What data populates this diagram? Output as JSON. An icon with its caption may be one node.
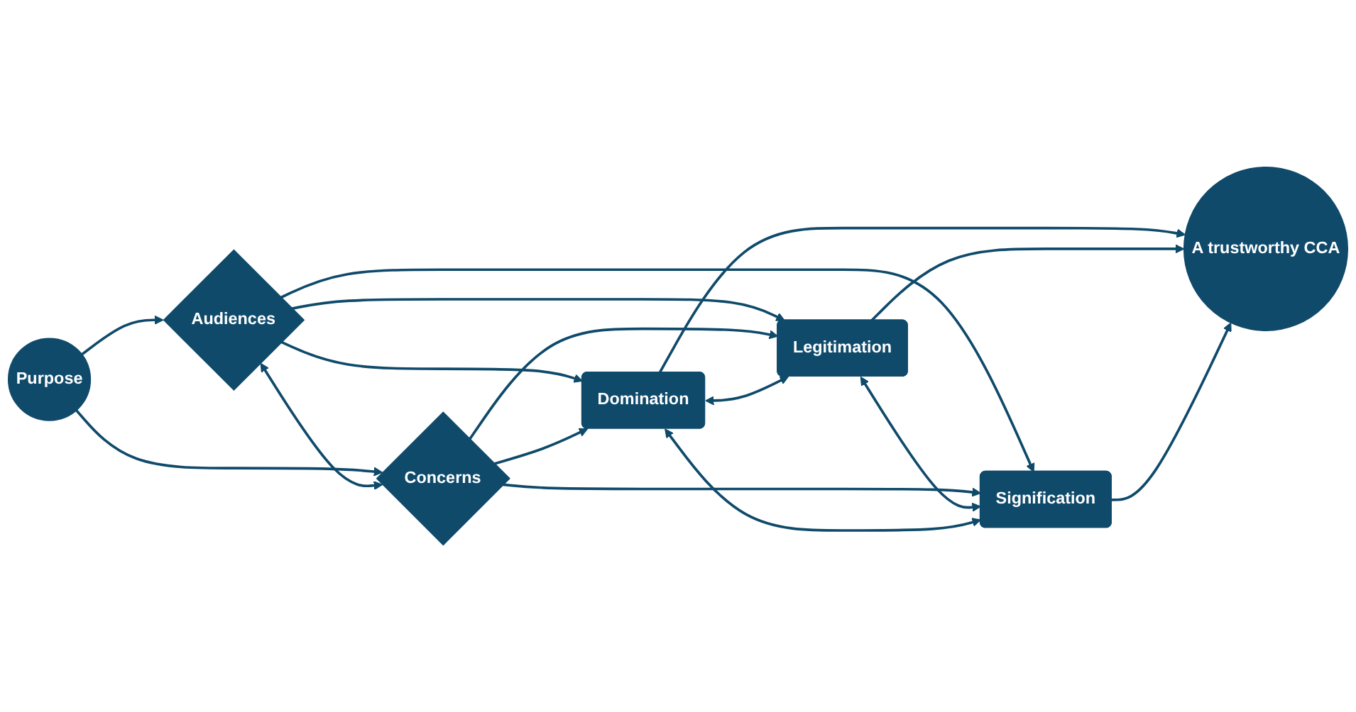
{
  "diagram": {
    "nodes": [
      {
        "text": [
          "Purpose"
        ]
      },
      {
        "text": [
          "Audiences"
        ]
      },
      {
        "text": [
          "Concerns"
        ]
      },
      {
        "text": [
          "Domination"
        ]
      },
      {
        "text": [
          "Legitimation"
        ]
      },
      {
        "text": [
          "Signification"
        ]
      },
      {
        "text": [
          "A trustworthy CCA"
        ]
      }
    ],
    "edges": [
      {
        "from": 0,
        "to": 1,
        "arrow": "to"
      },
      {
        "from": 0,
        "to": 2,
        "arrow": "to"
      },
      {
        "from": 1,
        "to": 2,
        "arrow": "both"
      },
      {
        "from": 1,
        "to": 3,
        "arrow": "to"
      },
      {
        "from": 1,
        "to": 4,
        "arrow": "to"
      },
      {
        "from": 1,
        "to": 5,
        "arrow": "to"
      },
      {
        "from": 2,
        "to": 3,
        "arrow": "to"
      },
      {
        "from": 2,
        "to": 4,
        "arrow": "to"
      },
      {
        "from": 2,
        "to": 5,
        "arrow": "to"
      },
      {
        "from": 3,
        "to": 4,
        "arrow": "both"
      },
      {
        "from": 4,
        "to": 5,
        "arrow": "both"
      },
      {
        "from": 3,
        "to": 5,
        "arrow": "both"
      },
      {
        "from": 3,
        "to": 6,
        "arrow": "to"
      },
      {
        "from": 4,
        "to": 6,
        "arrow": "to"
      },
      {
        "from": 5,
        "to": 6,
        "arrow": "to"
      }
    ]
  }
}
